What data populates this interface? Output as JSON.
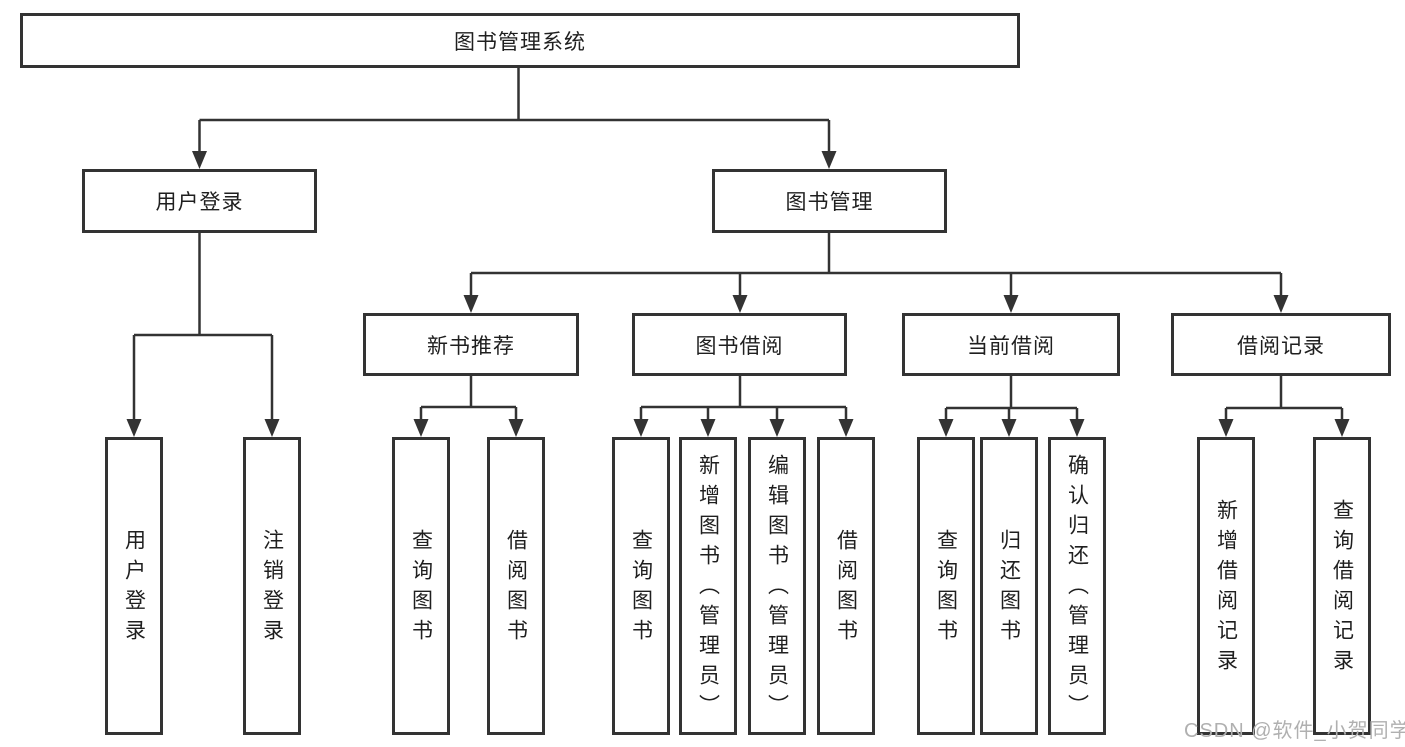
{
  "root": {
    "label": "图书管理系统"
  },
  "branches": {
    "user": {
      "label": "用户登录",
      "children": [
        {
          "label": "用户登录"
        },
        {
          "label": "注销登录"
        }
      ]
    },
    "books": {
      "label": "图书管理",
      "groups": [
        {
          "label": "新书推荐",
          "children": [
            {
              "label": "查询图书"
            },
            {
              "label": "借阅图书"
            }
          ]
        },
        {
          "label": "图书借阅",
          "children": [
            {
              "label": "查询图书"
            },
            {
              "label": "新增图书（管理员）"
            },
            {
              "label": "编辑图书（管理员）"
            },
            {
              "label": "借阅图书"
            }
          ]
        },
        {
          "label": "当前借阅",
          "children": [
            {
              "label": "查询图书"
            },
            {
              "label": "归还图书"
            },
            {
              "label": "确认归还（管理员）"
            }
          ]
        },
        {
          "label": "借阅记录",
          "children": [
            {
              "label": "新增借阅记录"
            },
            {
              "label": "查询借阅记录"
            }
          ]
        }
      ]
    }
  },
  "watermark": "CSDN @软件_小贺同学",
  "colors": {
    "line": "#333333",
    "box_border": "#333333",
    "text": "#1f1f1f",
    "watermark": "#b0b0b0",
    "background": "#ffffff"
  }
}
